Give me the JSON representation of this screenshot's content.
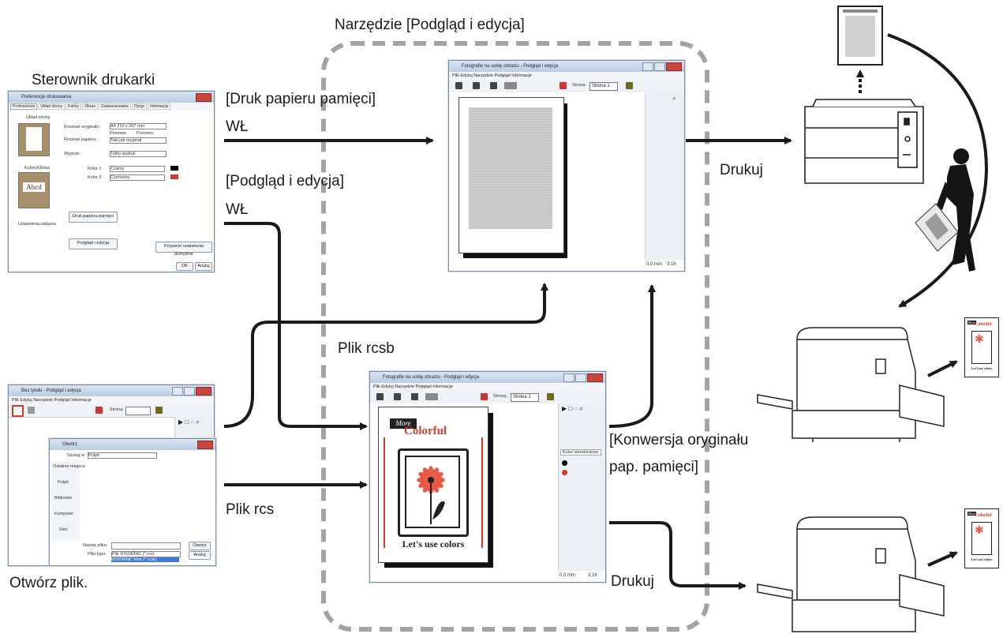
{
  "labels": {
    "tool_title": "Narzędzie [Podgląd i edycja]",
    "printer_driver": "Sterownik drukarki",
    "memory_paper_print": "[Druk papieru pamięci]",
    "on1": "WŁ",
    "preview_edit": "[Podgląd i edycja]",
    "on2": "WŁ",
    "print_top": "Drukuj",
    "rcsb_file": "Plik rcsb",
    "conversion_line1": "[Konwersja oryginału",
    "conversion_line2": "pap. pamięci]",
    "rcs_file": "Plik rcs",
    "open_file": "Otwórz plik.",
    "print_bottom": "Drukuj"
  },
  "driver_window": {
    "title": "Preferencje drukowania",
    "tabs": [
      "Podstawowe",
      "Układ strony",
      "Kolory",
      "Obraz",
      "Zaawansowane",
      "Opcje",
      "Informacje"
    ],
    "page_layout_label": "Układ strony",
    "original_size_label": "Rozmiar oryginału:",
    "original_size_value": "A4 210 x 297 mm",
    "portrait": "Pionowo",
    "landscape": "Poziomo",
    "paper_size_label": "Rozmiar papieru:",
    "paper_size_value": "Taki jak oryginał",
    "output_label": "Wyjście:",
    "output_value": "Tylko wydruk",
    "color_label": "Kolory/Obraz",
    "color1_label": "Kolor 1:",
    "color1_value": "Czarny",
    "color2_label": "Kolor 2:",
    "color2_value": "Czerwony",
    "job_settings": "Ustawienia zadania",
    "memory_check": "Druk papieru pamięci",
    "preview_check": "Podgląd i edycja",
    "restore_defaults": "Przywróć ustawienia domyślne",
    "ok": "OK",
    "cancel": "Anuluj",
    "sample_word": "Abcd"
  },
  "preview_window_top": {
    "title": "Fotografie na sobię obraziu - Podgląd i edycja",
    "menu": "Plik   Edytuj   Narzędzie   Podgląd   Informacje",
    "page_label": "Strona:",
    "page_value": "Strona 1",
    "status_mm": "0,0 mm",
    "status_zoom": "3:16"
  },
  "preview_window_bottom": {
    "title": "Fotografie na sobię obraziu - Podgląd i edycja",
    "menu": "Plik   Edytuj   Narzędzie   Podgląd   Informacje",
    "page_label": "Strona:",
    "page_value": "Strona 1",
    "std_color": "Kolor standardowy",
    "status_mm": "0,0 mm",
    "status_zoom": "3:16",
    "poster_more": "More",
    "poster_colorful": "Colorful",
    "poster_tagline": "Let's use colors"
  },
  "open_app_window": {
    "title": "Bez tytułu - Podgląd i edycja",
    "menu": "Plik   Edytuj   Narzędzie   Podgląd   Informacje",
    "page_label": "Strona:"
  },
  "open_dialog": {
    "title": "Otwórz",
    "look_in_label": "Szukaj w:",
    "look_in_value": "Pulpit",
    "places": [
      "Ostatnie miejsca",
      "Pulpit",
      "Biblioteki",
      "Komputer",
      "Sieć"
    ],
    "file_name_label": "Nazwa pliku:",
    "file_type_label": "Pliki typu:",
    "file_type_value": "Plik RISORINC (*.rcs)",
    "file_type_opt2": "RISORINC Max (*.rcsb)",
    "open_button": "Otwórz",
    "cancel_button": "Anuluj"
  },
  "paper_thumb": {
    "more": "More",
    "colorful": "Colorful",
    "tagline": "Let's use colors"
  },
  "colors": {
    "arrow": "#1a1a1a",
    "dashed_frame": "#a3a3a3",
    "red_accent": "#d83a2a",
    "flower": "#e85a45"
  }
}
